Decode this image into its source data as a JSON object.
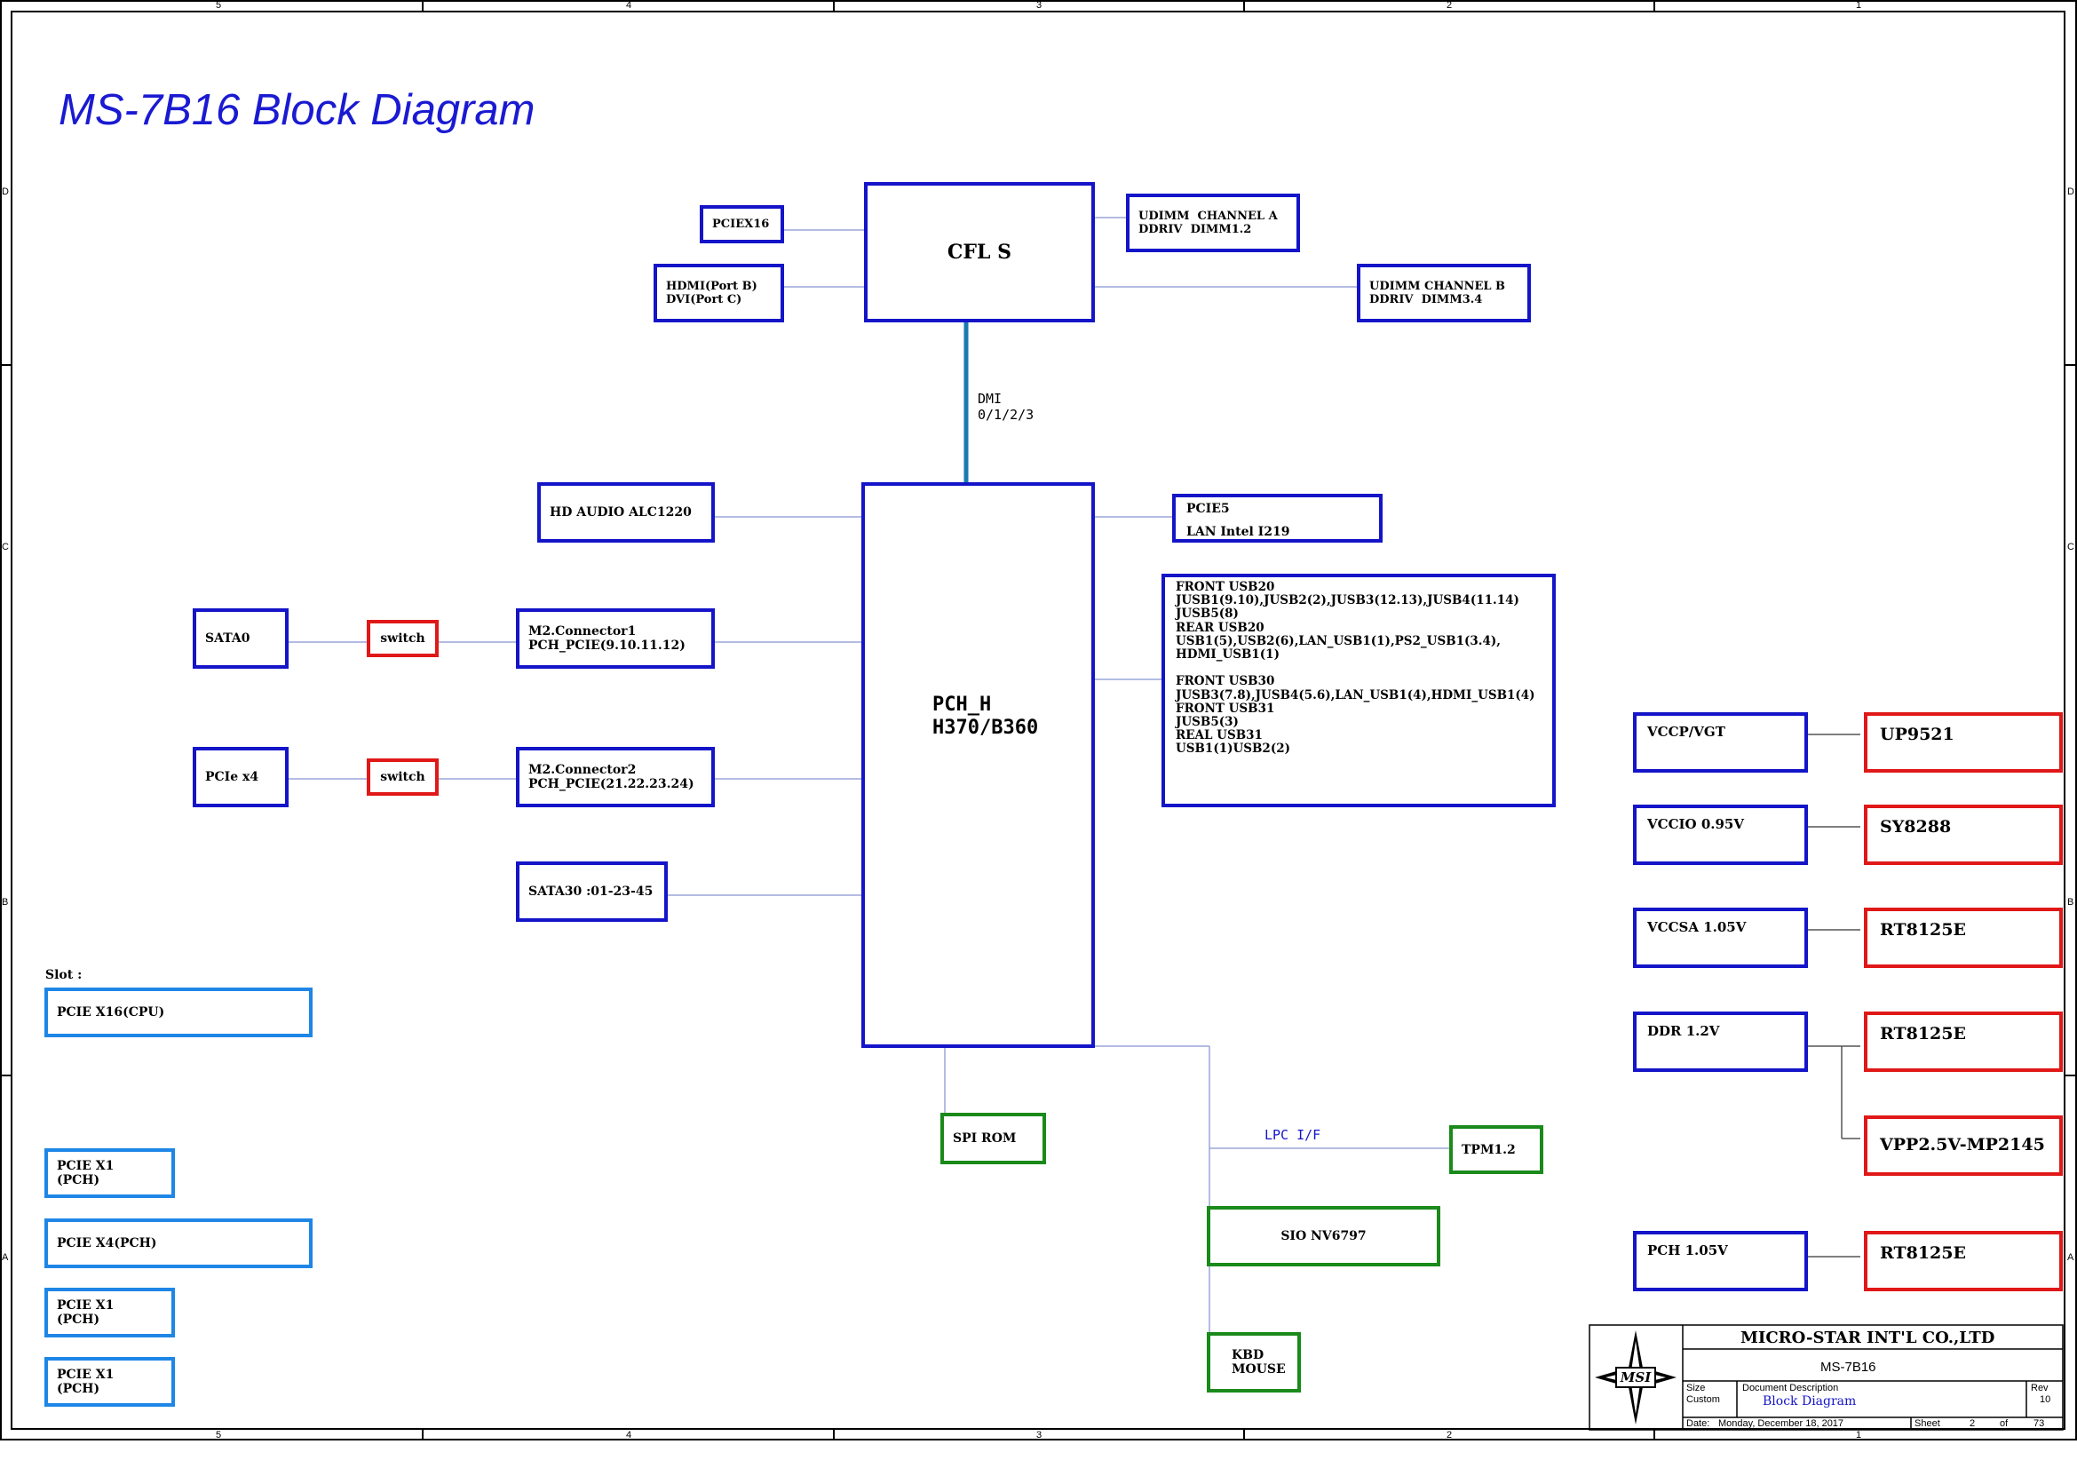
{
  "title": "MS-7B16 Block Diagram",
  "border_zones": {
    "columns": [
      "5",
      "4",
      "3",
      "2",
      "1"
    ],
    "rows": [
      "D",
      "C",
      "B",
      "A"
    ]
  },
  "blocks": {
    "cpu": "CFL S",
    "pch": "PCH_H\nH370/B360",
    "pciex16": "PCIEX16",
    "hdmi": "HDMI(Port B)\nDVI(Port C)",
    "dimm_a": "UDIMM  CHANNEL A\nDDRIV  DIMM1.2",
    "dimm_b": "UDIMM CHANNEL B\nDDRIV  DIMM3.4",
    "dmi_label": "DMI\n0/1/2/3",
    "hd_audio": "HD AUDIO ALC1220",
    "lan": "PCIE5\nLAN Intel I219",
    "usb": "FRONT USB20\nJUSB1(9.10),JUSB2(2),JUSB3(12.13),JUSB4(11.14)\nJUSB5(8)\nREAR USB20\nUSB1(5),USB2(6),LAN_USB1(1),PS2_USB1(3.4),\nHDMI_USB1(1)\n\nFRONT USB30\nJUSB3(7.8),JUSB4(5.6),LAN_USB1(4),HDMI_USB1(4)\nFRONT USB31\nJUSB5(3)\nREAL USB31\nUSB1(1)USB2(2)",
    "sata0": "SATA0",
    "switch1": "switch",
    "m2_1": "M2.Connector1\nPCH_PCIE(9.10.11.12)",
    "pcie_x4": "PCIe x4",
    "switch2": "switch",
    "m2_2": "M2.Connector2\nPCH_PCIE(21.22.23.24)",
    "sata30": "SATA30 :01-23-45",
    "spi_rom": "SPI ROM",
    "lpc_label": "LPC I/F",
    "tpm": "TPM1.2",
    "sio": "SIO NV6797",
    "kbd": "KBD\nMOUSE"
  },
  "slots": {
    "heading": "Slot :",
    "items": [
      "PCIE X16(CPU)",
      "PCIE X1\n(PCH)",
      "PCIE X4(PCH)",
      "PCIE X1\n(PCH)",
      "PCIE X1\n(PCH)"
    ]
  },
  "power": [
    {
      "rail": "VCCP/VGT",
      "chip": "UP9521"
    },
    {
      "rail": "VCCIO 0.95V",
      "chip": "SY8288"
    },
    {
      "rail": "VCCSA 1.05V",
      "chip": "RT8125E"
    },
    {
      "rail": "DDR 1.2V",
      "chip": "RT8125E"
    },
    {
      "rail": "",
      "chip": "VPP2.5V-MP2145"
    },
    {
      "rail": "PCH 1.05V",
      "chip": "RT8125E"
    }
  ],
  "title_block": {
    "logo": "MSI",
    "company": "MICRO-STAR INT'L CO.,LTD",
    "project": "MS-7B16",
    "size_label": "Size",
    "size_value": "Custom",
    "doc_label": "Document Description",
    "doc_value": "Block Diagram",
    "rev_label": "Rev",
    "rev_value": "10",
    "date_label": "Date:",
    "date_value": "Monday, December 18, 2017",
    "sheet_label": "Sheet",
    "sheet_value": "2",
    "of_label": "of",
    "of_value": "73"
  },
  "colors": {
    "main_block": "#1414c8",
    "power_chip": "#e01818",
    "peripheral": "#1a8a1a",
    "slot": "#1e86e6",
    "dmi_link": "#1a7ab0",
    "title": "#1a1ad2"
  }
}
